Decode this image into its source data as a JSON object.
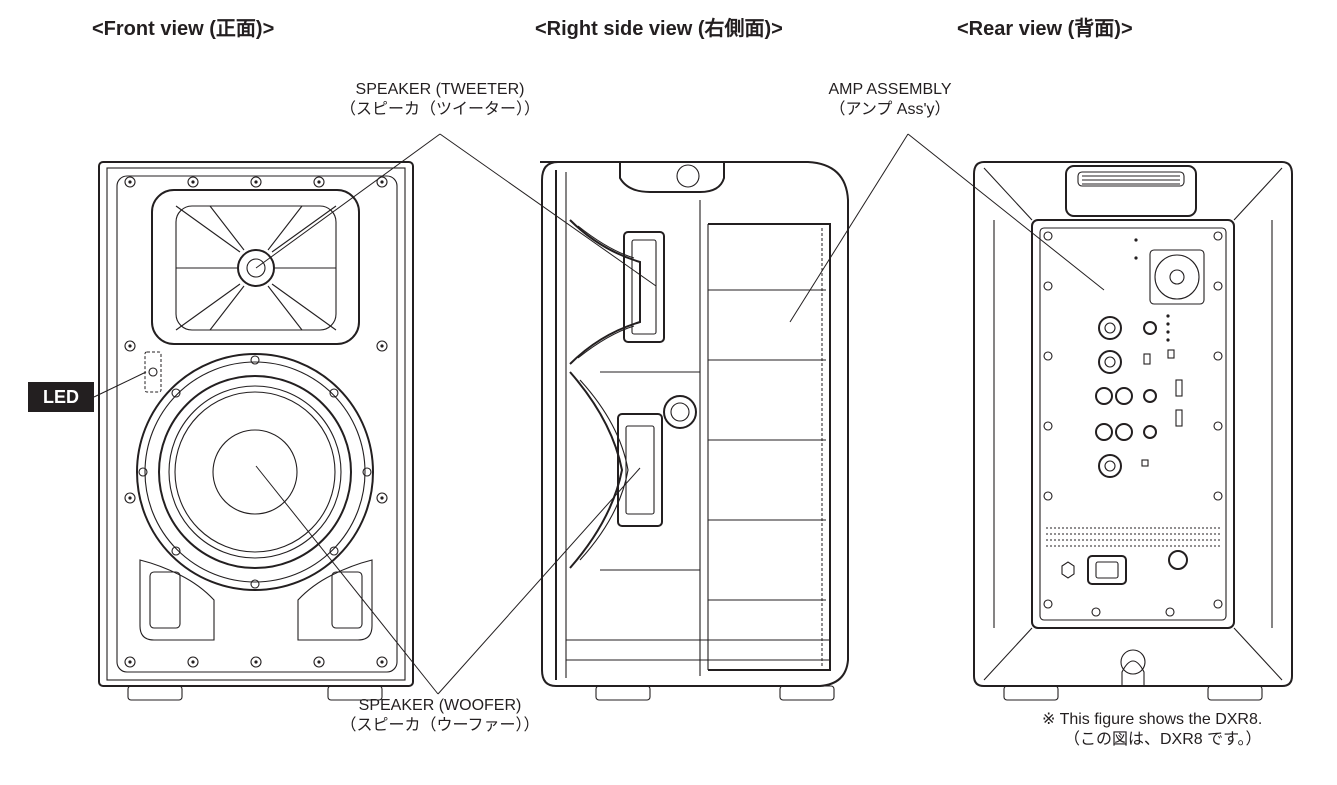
{
  "views": {
    "front": "<Front view (正面)>",
    "side": "<Right side view (右側面)>",
    "rear": "<Rear view (背面)>"
  },
  "labels": {
    "tweeter_en": "SPEAKER (TWEETER)",
    "tweeter_ja": "（スピーカ（ツイーター））",
    "amp_en": "AMP ASSEMBLY",
    "amp_ja": "（アンプ Ass'y）",
    "woofer_en": "SPEAKER (WOOFER)",
    "woofer_ja": "（スピーカ（ウーファー））",
    "led": "LED"
  },
  "note": {
    "en": "※ This figure shows the DXR8.",
    "ja": "（この図は、DXR8 です。）"
  }
}
